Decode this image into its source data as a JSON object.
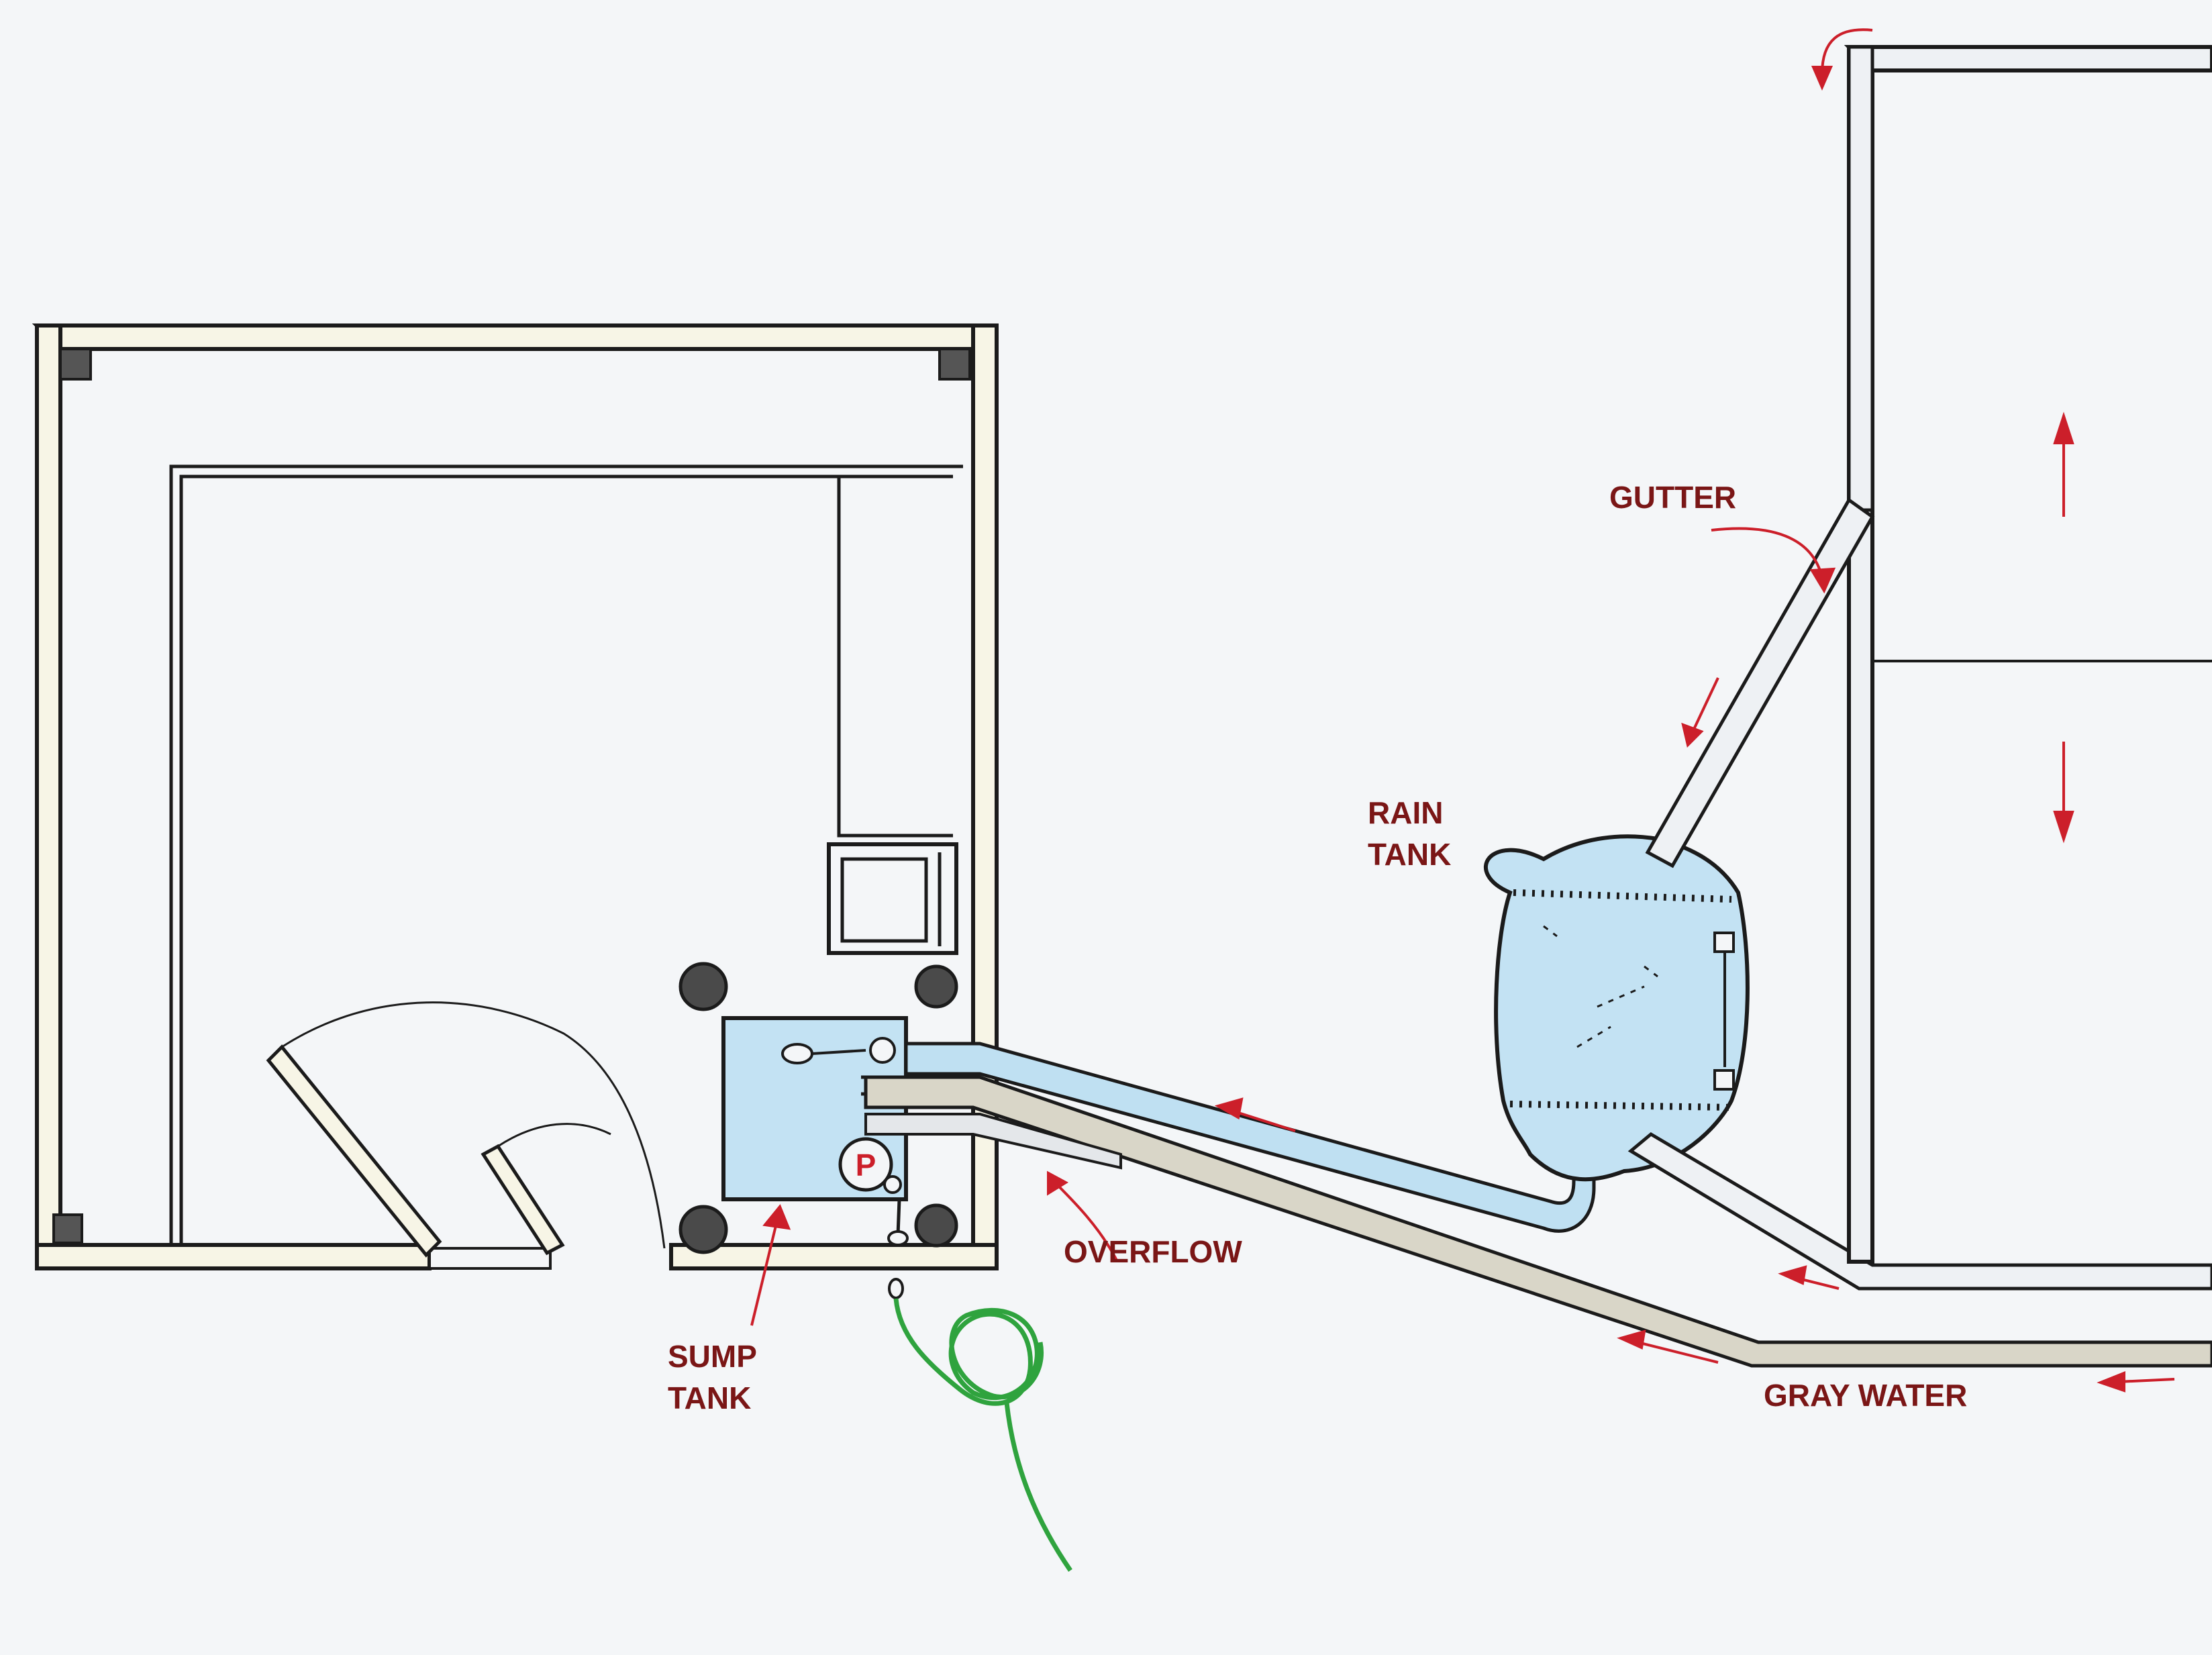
{
  "labels": {
    "gutter": "GUTTER",
    "rain_tank_line1": "RAIN",
    "rain_tank_line2": "TANK",
    "overflow": "OVERFLOW",
    "sump_tank_line1": "SUMP",
    "sump_tank_line2": "TANK",
    "gray_water": "GRAY WATER",
    "pump": "P"
  },
  "colors": {
    "ink": "#1b1b1b",
    "annotation": "#7a1616",
    "arrow": "#cc1f2a",
    "water": "#bfe0f2",
    "tank_fill": "#c3e2f3",
    "gray_pipe": "#d9d6c8",
    "wall_fill": "#f7f5e6",
    "hose": "#2fa33e",
    "paper": "#f4f6f8"
  }
}
